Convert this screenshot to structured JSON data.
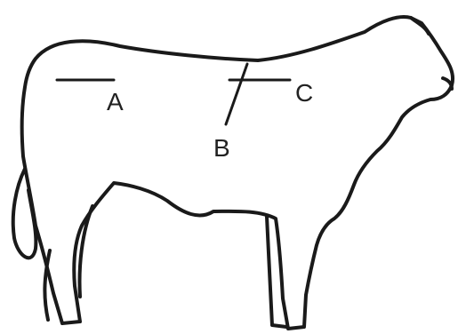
{
  "diagram": {
    "subject": "cow-outline",
    "labels": {
      "a": "A",
      "b": "B",
      "c": "C"
    },
    "colors": {
      "line": "#1a1a1a",
      "background": "#ffffff"
    }
  }
}
